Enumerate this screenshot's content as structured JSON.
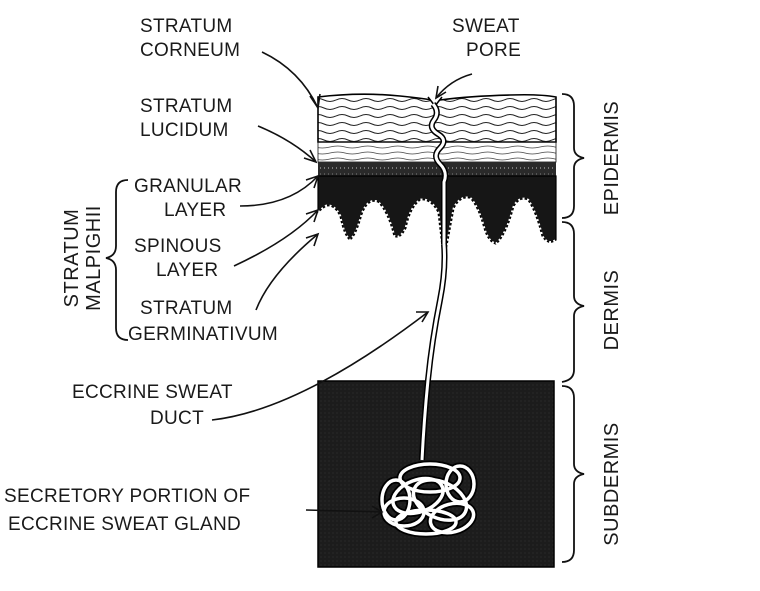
{
  "labels": {
    "stratum_corneum": [
      "STRATUM",
      "CORNEUM"
    ],
    "sweat_pore": [
      "SWEAT",
      "PORE"
    ],
    "stratum_lucidum": [
      "STRATUM",
      "LUCIDUM"
    ],
    "granular_layer": [
      "GRANULAR",
      "LAYER"
    ],
    "spinous_layer": [
      "SPINOUS",
      "LAYER"
    ],
    "stratum_germinativum": [
      "STRATUM",
      "GERMINATIVUM"
    ],
    "stratum_malpighii": [
      "STRATUM",
      "MALPIGHII"
    ],
    "eccrine_sweat_duct": [
      "ECCRINE SWEAT",
      "DUCT"
    ],
    "secretory_portion": [
      "SECRETORY PORTION OF",
      "ECCRINE SWEAT GLAND"
    ]
  },
  "regions": {
    "epidermis": "EPIDERMIS",
    "dermis": "DERMIS",
    "subdermis": "SUBDERMIS"
  }
}
